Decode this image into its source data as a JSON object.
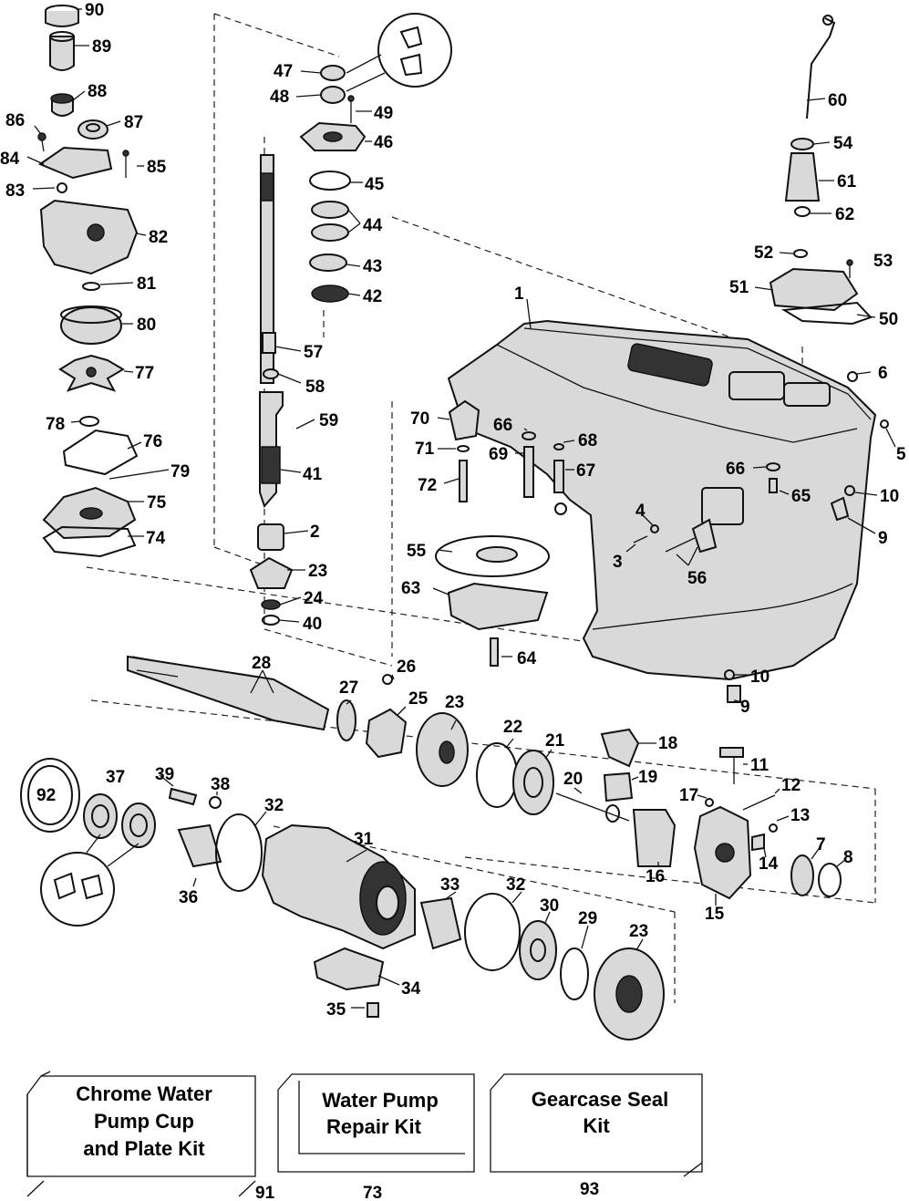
{
  "diagram": {
    "callouts": [
      "1",
      "2",
      "3",
      "4",
      "5",
      "6",
      "7",
      "8",
      "9",
      "9",
      "10",
      "10",
      "11",
      "12",
      "13",
      "14",
      "15",
      "16",
      "17",
      "18",
      "19",
      "20",
      "21",
      "22",
      "23",
      "23",
      "23",
      "24",
      "25",
      "26",
      "27",
      "28",
      "29",
      "30",
      "31",
      "32",
      "32",
      "33",
      "34",
      "35",
      "36",
      "37",
      "38",
      "39",
      "40",
      "41",
      "42",
      "43",
      "44",
      "45",
      "46",
      "47",
      "48",
      "49",
      "50",
      "51",
      "52",
      "53",
      "54",
      "55",
      "56",
      "57",
      "58",
      "59",
      "60",
      "61",
      "62",
      "63",
      "64",
      "65",
      "66",
      "66",
      "67",
      "68",
      "69",
      "70",
      "71",
      "72",
      "74",
      "75",
      "76",
      "77",
      "78",
      "79",
      "80",
      "81",
      "82",
      "83",
      "84",
      "85",
      "86",
      "87",
      "88",
      "89",
      "90",
      "92"
    ],
    "kits": [
      {
        "name": "Chrome Water Pump Cup and Plate Kit",
        "lines": [
          "Chrome Water",
          "Pump Cup",
          "and Plate Kit"
        ],
        "number": "91"
      },
      {
        "name": "Water Pump Repair Kit",
        "lines": [
          "Water Pump",
          "Repair Kit"
        ],
        "number": "73"
      },
      {
        "name": "Gearcase Seal Kit",
        "lines": [
          "Gearcase Seal",
          "Kit"
        ],
        "number": "93"
      }
    ]
  }
}
